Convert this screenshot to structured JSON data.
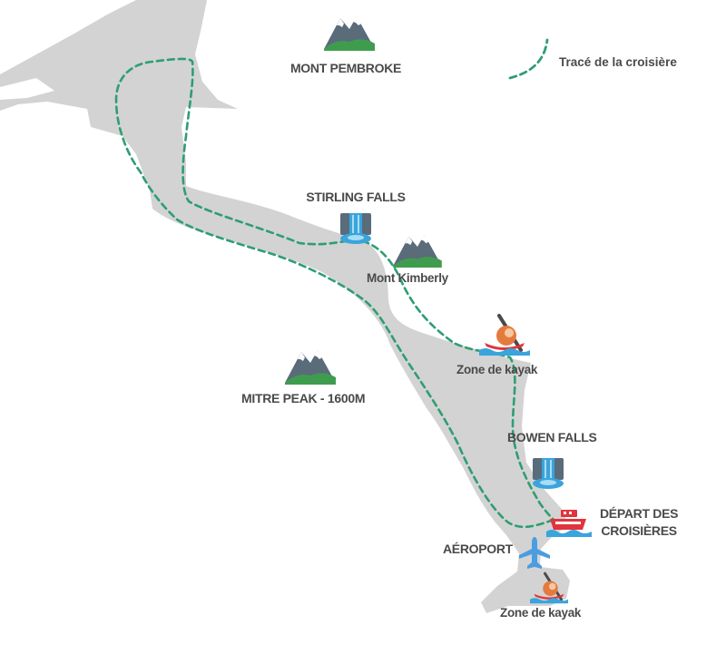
{
  "legend": {
    "route_label": "Tracé de la croisière",
    "route_color": "#2e9e72"
  },
  "colors": {
    "land": "#d3d3d3",
    "water": "#ffffff",
    "label": "#4a4a4a",
    "mountain_green": "#3f9c4f",
    "waterfall_blue": "#3aa4dc",
    "plane_blue": "#4a9de0",
    "boat_red": "#e2343c"
  },
  "labels": {
    "mont_pembroke": "MONT PEMBROKE",
    "stirling_falls": "STIRLING FALLS",
    "mont_kimberly": "Mont Kimberly",
    "zone_kayak_1": "Zone de kayak",
    "mitre_peak": "MITRE PEAK - 1600M",
    "bowen_falls": "BOWEN FALLS",
    "depart_line1": "DÉPART DES",
    "depart_line2": "CROISIÈRES",
    "aeroport": "AÉROPORT",
    "zone_kayak_2": "Zone de kayak"
  },
  "icons": {
    "mountain": "mountain-icon",
    "waterfall": "waterfall-icon",
    "kayak": "kayak-icon",
    "boat": "cruise-boat-icon",
    "plane": "airplane-icon"
  }
}
